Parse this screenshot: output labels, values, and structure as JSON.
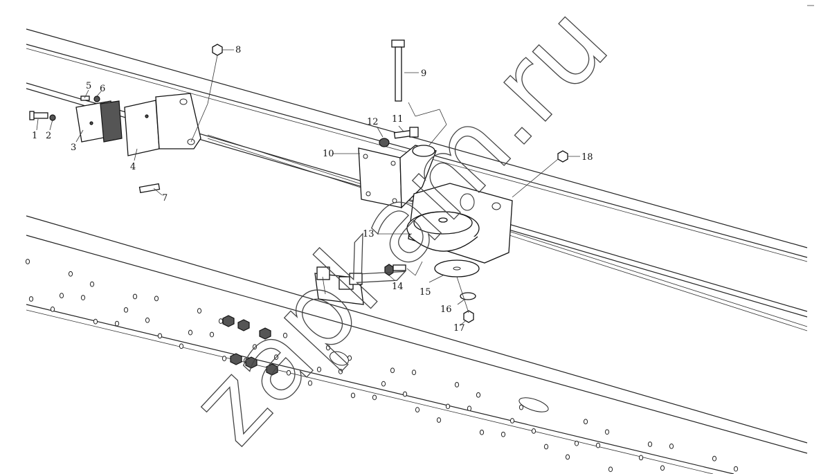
{
  "watermark": "zapkam.ru",
  "callouts": [
    {
      "id": "1",
      "label": "1"
    },
    {
      "id": "2",
      "label": "2"
    },
    {
      "id": "3",
      "label": "3"
    },
    {
      "id": "4",
      "label": "4"
    },
    {
      "id": "5",
      "label": "5"
    },
    {
      "id": "6",
      "label": "6"
    },
    {
      "id": "7",
      "label": "7"
    },
    {
      "id": "8",
      "label": "8"
    },
    {
      "id": "9",
      "label": "9"
    },
    {
      "id": "10",
      "label": "10"
    },
    {
      "id": "11",
      "label": "11"
    },
    {
      "id": "12",
      "label": "12"
    },
    {
      "id": "13",
      "label": "13"
    },
    {
      "id": "14",
      "label": "14"
    },
    {
      "id": "15",
      "label": "15"
    },
    {
      "id": "16",
      "label": "16"
    },
    {
      "id": "17",
      "label": "17"
    },
    {
      "id": "18",
      "label": "18"
    }
  ]
}
